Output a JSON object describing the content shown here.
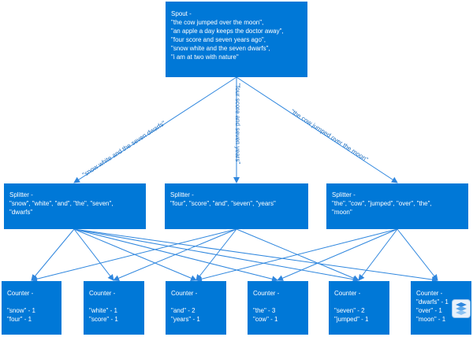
{
  "spout": {
    "title": "Spout -",
    "lines": [
      "\"the cow jumped over the moon\",",
      "\"an apple a day keeps the doctor away\",",
      "\"four score and seven years ago\",",
      "\"snow white and the seven dwarfs\",",
      "\"i am at two with nature\""
    ]
  },
  "edge_labels": [
    "\"snow white and the seven dwarfs\"",
    "\"four score and seven years\"",
    "\"the cow jumped over the moon\""
  ],
  "splitters": [
    {
      "title": "Splitter -",
      "lines": [
        "\"snow\", \"white\", \"and\", \"the\", \"seven\",",
        "\"dwarfs\""
      ]
    },
    {
      "title": "Splitter -",
      "lines": [
        "\"four\", \"score\", \"and\", \"seven\", \"years\""
      ]
    },
    {
      "title": "Splitter -",
      "lines": [
        "\"the\", \"cow\", \"jumped\", \"over\", \"the\",",
        "\"moon\""
      ]
    }
  ],
  "counters": [
    {
      "title": "Counter -",
      "lines": [
        "\"snow\" - 1",
        "\"four\" - 1"
      ]
    },
    {
      "title": "Counter -",
      "lines": [
        "\"white\" - 1",
        "\"score\" - 1"
      ]
    },
    {
      "title": "Counter -",
      "lines": [
        "\"and\" - 2",
        "\"years\" - 1"
      ]
    },
    {
      "title": "Counter -",
      "lines": [
        "\"the\" - 3",
        "\"cow\" - 1"
      ]
    },
    {
      "title": "Counter -",
      "lines": [
        "\"seven\" - 2",
        "\"jumped\" - 1"
      ]
    },
    {
      "title": "Counter -",
      "lines": [
        "\"dwarfs\" - 1",
        "\"over\" - 1",
        "\"moon\" - 1"
      ]
    }
  ],
  "colors": {
    "box": "#0078d7",
    "edge": "#2e86de",
    "text": "#ffffff"
  },
  "watermark_icon": "logo-icon"
}
